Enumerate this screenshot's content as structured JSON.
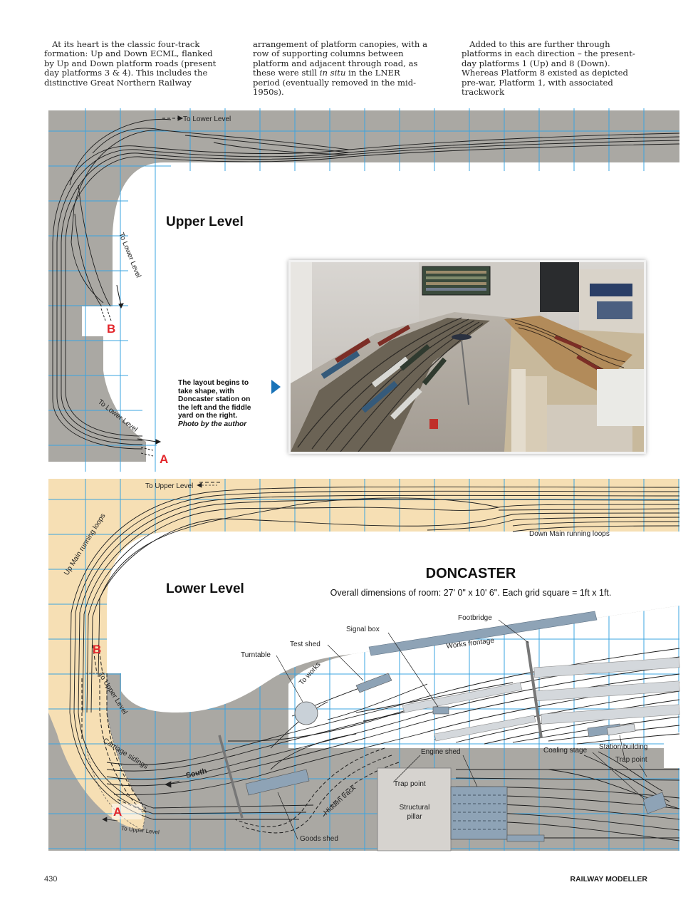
{
  "article": {
    "col1": "At its heart is the classic four-track formation: Up and Down ECML, flanked by Up and Down platform roads (present day platforms 3 & 4). This includes the distinctive Great Northern Railway",
    "col2_a": "arrangement of platform canopies, with a row of supporting columns between platform and adjacent through road, as these were still ",
    "col2_italic": "in situ",
    "col2_b": " in the LNER period (eventually removed in the mid-1950s).",
    "col3": "Added to this are further through platforms in each direction – the present-day platforms 1 (Up) and 8 (Down). Whereas Platform 8 existed as depicted pre-war, Platform 1, with associated trackwork"
  },
  "upper_plan": {
    "title": "Upper Level",
    "to_lower_top": "To Lower Level",
    "to_lower_curve": "To Lower Level",
    "to_lower_bottom": "To Lower Level",
    "marker_b": "B",
    "marker_a": "A"
  },
  "photo": {
    "caption": "The layout begins to take shape, with Doncaster station on the left and the fiddle yard on the right.",
    "credit": "Photo by the author"
  },
  "lower_plan": {
    "title": "Lower Level",
    "heading": "DONCASTER",
    "subheading": "Overall dimensions of room: 27' 0\" x 10' 6\". Each grid square = 1ft x 1ft.",
    "to_upper_top": "To Upper Level",
    "up_main": "Up Main running loops",
    "down_main": "Down Main running loops",
    "marker_b": "B",
    "marker_a": "A",
    "to_upper_left": "To Upper Level",
    "carriage_sidings": "Carriage sidings",
    "to_upper_bottom": "To Upper Level",
    "south": "South",
    "hidden_track": "Hidden track",
    "to_works": "To works",
    "labels": {
      "turntable": "Turntable",
      "test_shed": "Test shed",
      "signal_box": "Signal box",
      "footbridge": "Footbridge",
      "works_frontage": "Works frontage",
      "engine_shed": "Engine shed",
      "trap_point_left": "Trap point",
      "structural_pillar_1": "Structural",
      "structural_pillar_2": "pillar",
      "coaling_stage": "Coaling stage",
      "station_building": "Station building",
      "trap_point_right": "Trap point",
      "goods_shed": "Goods shed"
    }
  },
  "footer": {
    "page_number": "430",
    "magazine": "RAILWAY MODELLER"
  },
  "colors": {
    "board_grey": "#aaa8a3",
    "board_cream": "#f6dfb4",
    "grid_blue": "#3ba4e0",
    "marker_red": "#e3262b",
    "structure_blue": "#8ea3b6"
  }
}
